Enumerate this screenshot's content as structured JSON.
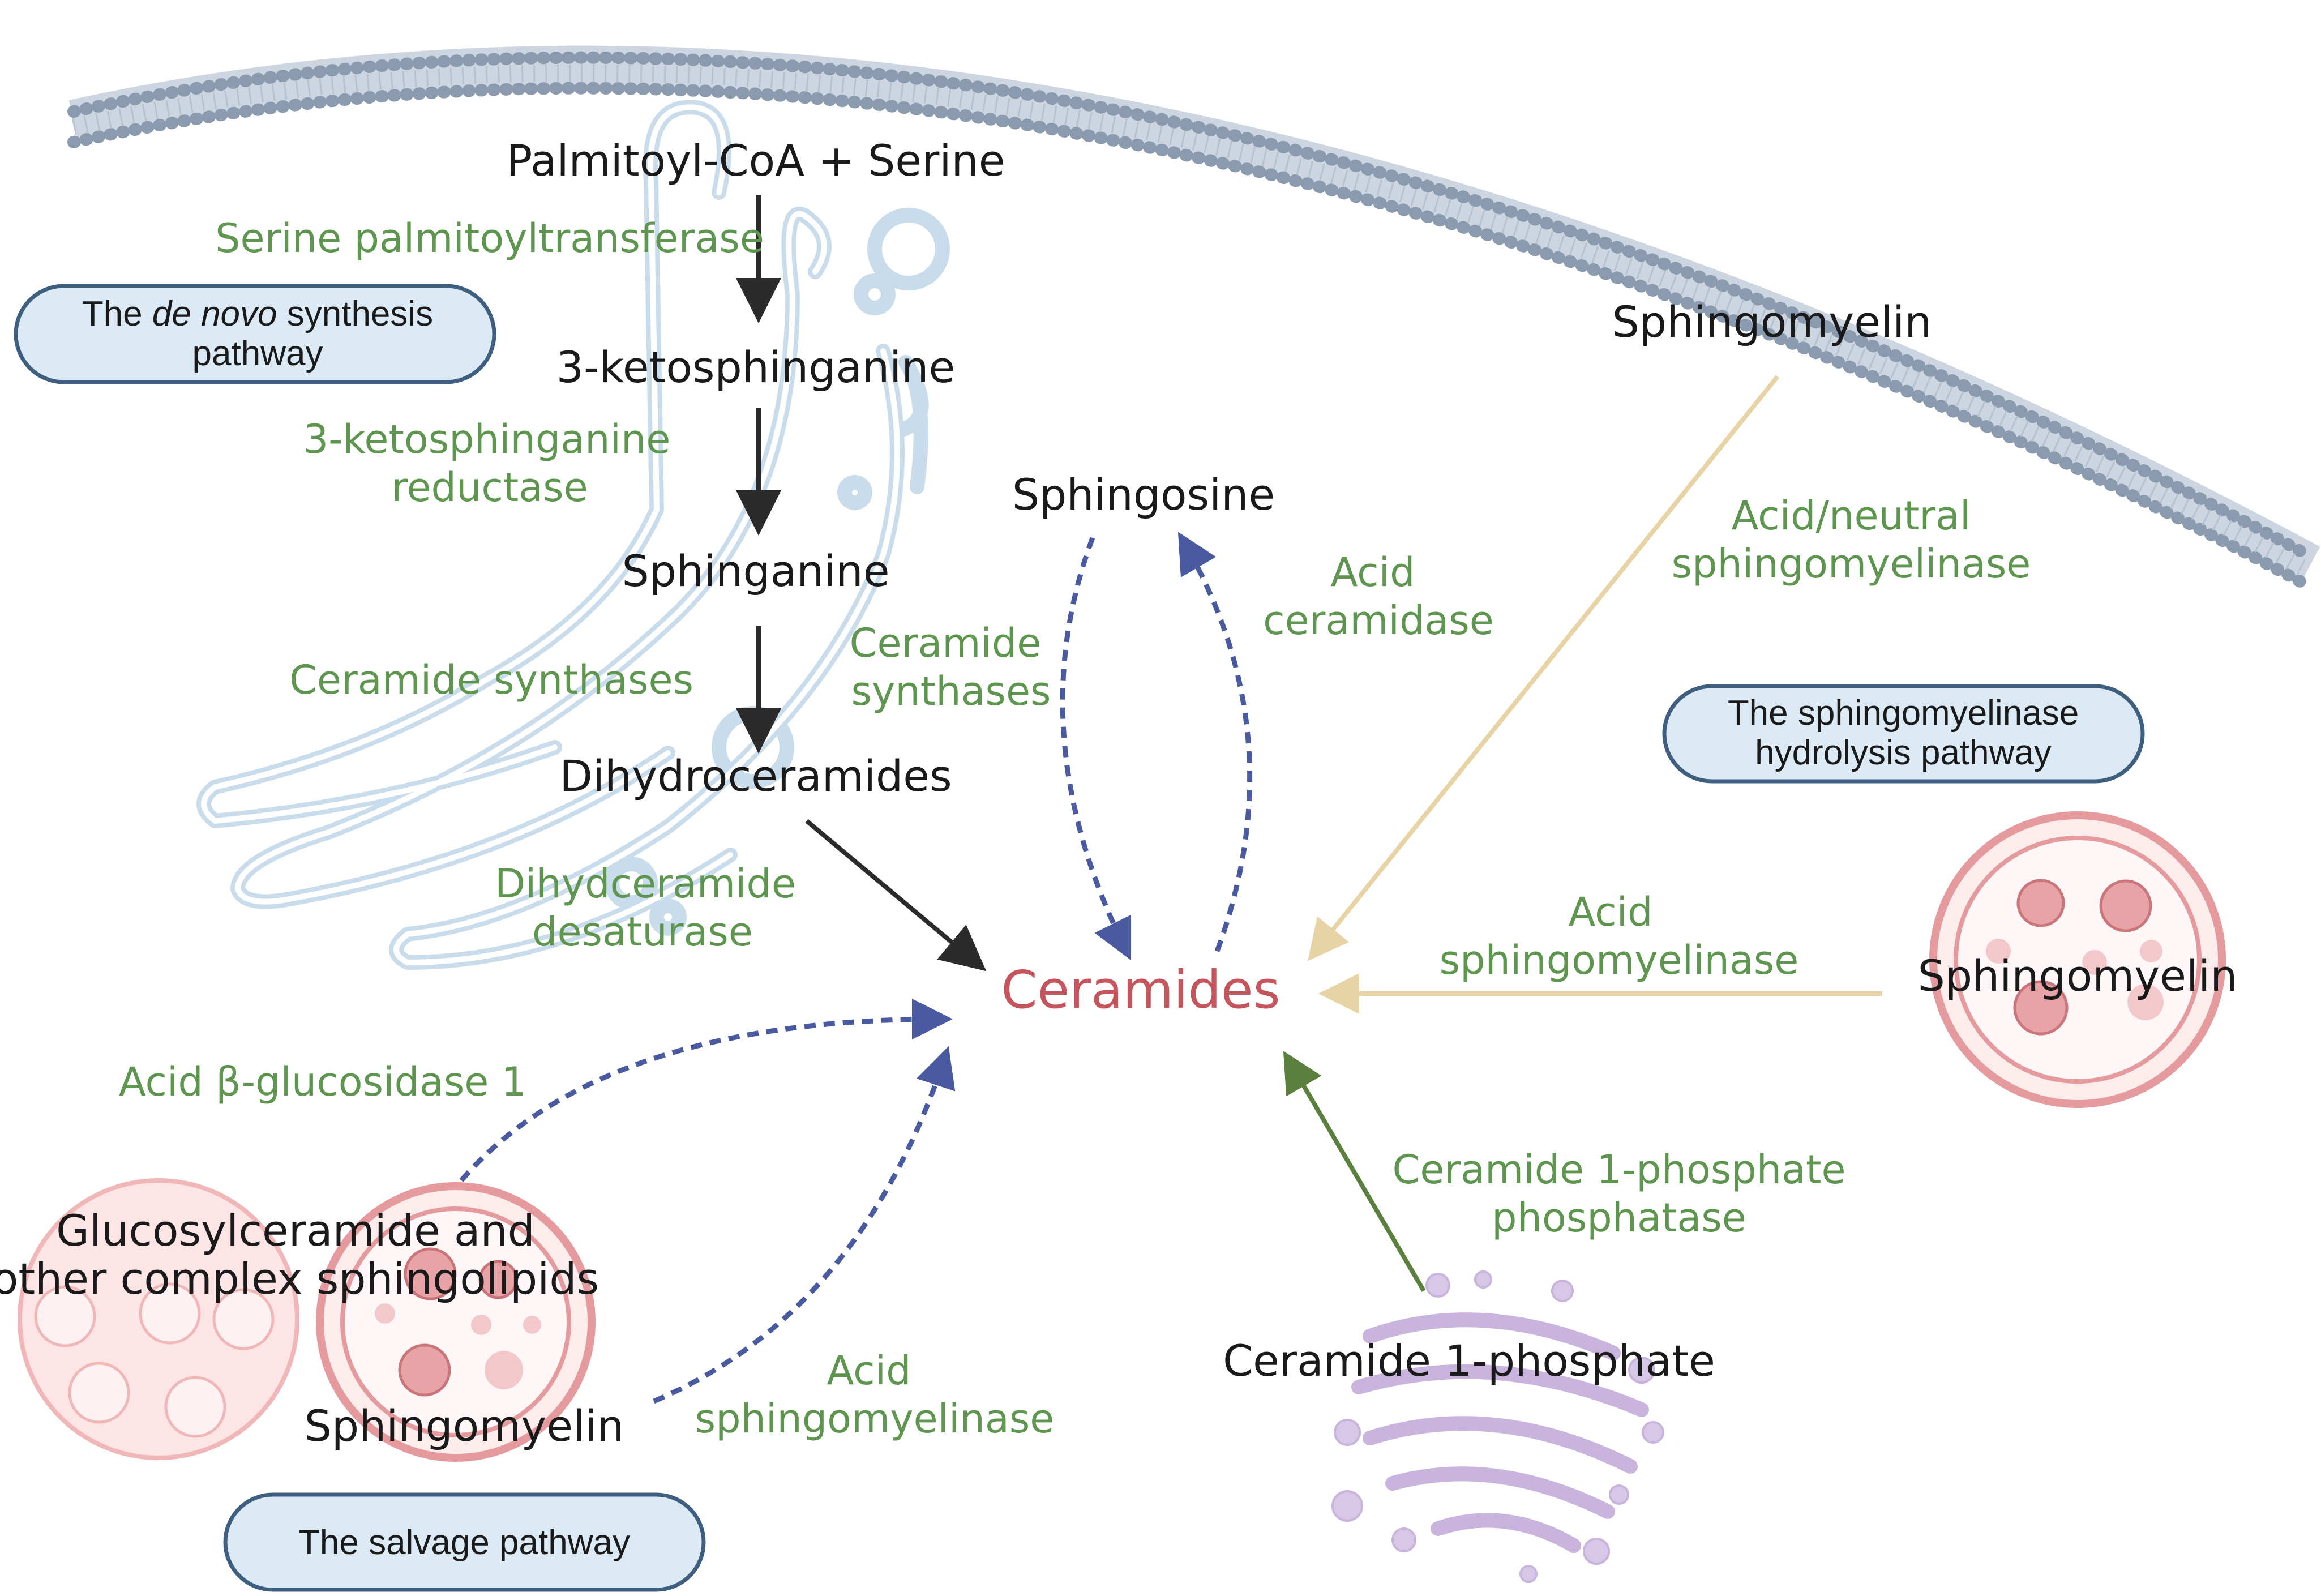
{
  "colors": {
    "main_arrow": "#2b2b2b",
    "salvage_arrow": "#4a5aa0",
    "hydrolysis_arrow": "#e7d3a4",
    "c1p_arrow": "#5b7f3c",
    "enzyme_text": "#5e9650",
    "ceramide_text": "#c5545c",
    "pathway_box_fill": "#dceaf6",
    "pathway_box_stroke": "#3f5f80",
    "membrane": "#8a9bb0",
    "er": "#c9dcec",
    "lysosome": "#e59a9e",
    "golgi": "#c8b4dc"
  },
  "pathways": {
    "de_novo": {
      "prefix": "The ",
      "italic": "de novo",
      "suffix": " synthesis",
      "line2": "pathway"
    },
    "hydrolysis": {
      "line1": "The sphingomyelinase",
      "line2": "hydrolysis pathway"
    },
    "salvage": {
      "label": "The salvage pathway"
    }
  },
  "nodes": {
    "palmitoyl": "Palmitoyl-CoA + Serine",
    "ketosphinganine": "3-ketosphinganine",
    "sphinganine": "Sphinganine",
    "dihydroceramides": "Dihydroceramides",
    "ceramides": "Ceramides",
    "sphingosine": "Sphingosine",
    "sphingomyelin_membrane": "Sphingomyelin",
    "sphingomyelin_lysosome": "Sphingomyelin",
    "glucosylceramide_line1": "Glucosylceramide and",
    "glucosylceramide_line2": "other complex sphingolipids",
    "sphingomyelin_salvage": "Sphingomyelin",
    "ceramide_1_phosphate": "Ceramide 1-phosphate"
  },
  "enzymes": {
    "spt": "Serine palmitoyltransferase",
    "ksr_line1": "3-ketosphinganine",
    "ksr_line2": "reductase",
    "cers": "Ceramide synthases",
    "des_line1": "Dihydceramide",
    "des_line2": "desaturase",
    "cers_salvage_line1": "Ceramide",
    "cers_salvage_line2": "synthases",
    "acid_ceramidase_line1": "Acid",
    "acid_ceramidase_line2": "ceramidase",
    "neutral_smase_line1": "Acid/neutral",
    "neutral_smase_line2": "sphingomyelinase",
    "acid_smase_right_line1": "Acid",
    "acid_smase_right_line2": "sphingomyelinase",
    "gba1": "Acid β-glucosidase 1",
    "acid_smase_salvage_line1": "Acid",
    "acid_smase_salvage_line2": "sphingomyelinase",
    "c1pp_line1": "Ceramide 1-phosphate",
    "c1pp_line2": "phosphatase"
  }
}
